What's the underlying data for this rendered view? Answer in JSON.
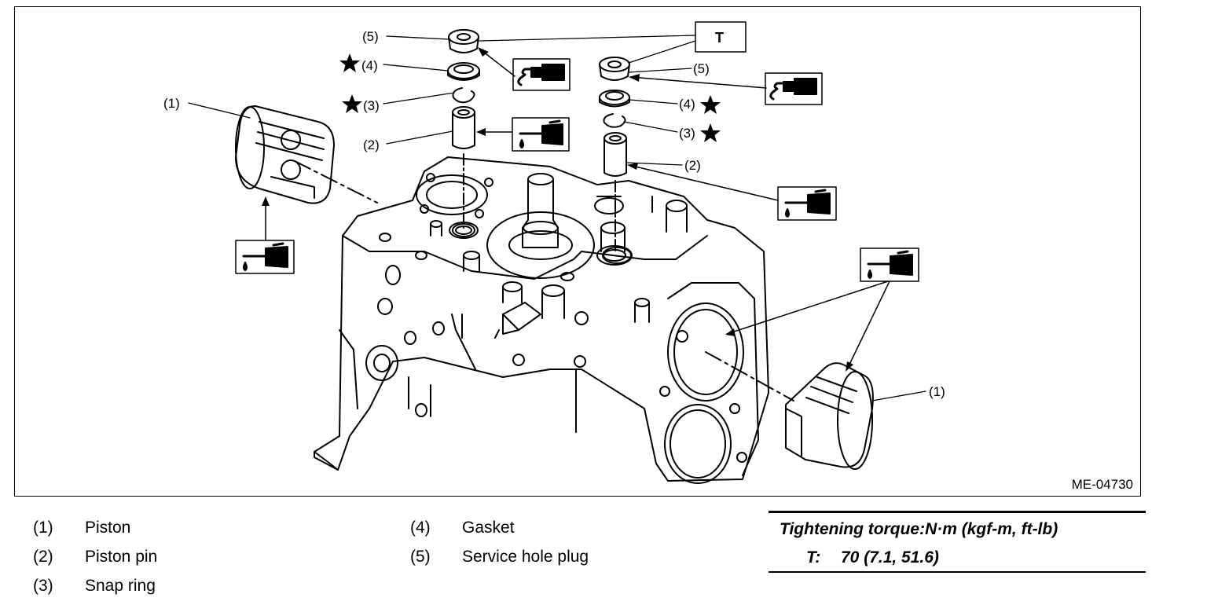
{
  "figure_id": "ME-04730",
  "callouts": {
    "c1": "(1)",
    "c2": "(2)",
    "c3": "(3)",
    "c4": "(4)",
    "c5": "(5)",
    "torque_tag": "T"
  },
  "legend": [
    {
      "num": "(1)",
      "label": "Piston"
    },
    {
      "num": "(2)",
      "label": "Piston pin"
    },
    {
      "num": "(3)",
      "label": "Snap ring"
    },
    {
      "num": "(4)",
      "label": "Gasket"
    },
    {
      "num": "(5)",
      "label": "Service hole plug"
    }
  ],
  "torque": {
    "title": "Tightening torque:N·m (kgf-m, ft-lb)",
    "label": "T:",
    "value": "70 (7.1, 51.6)"
  },
  "icons": [
    "oil-can-icon",
    "sealant-tube-icon",
    "star-icon"
  ],
  "colors": {
    "line": "#000000",
    "background": "#ffffff"
  }
}
